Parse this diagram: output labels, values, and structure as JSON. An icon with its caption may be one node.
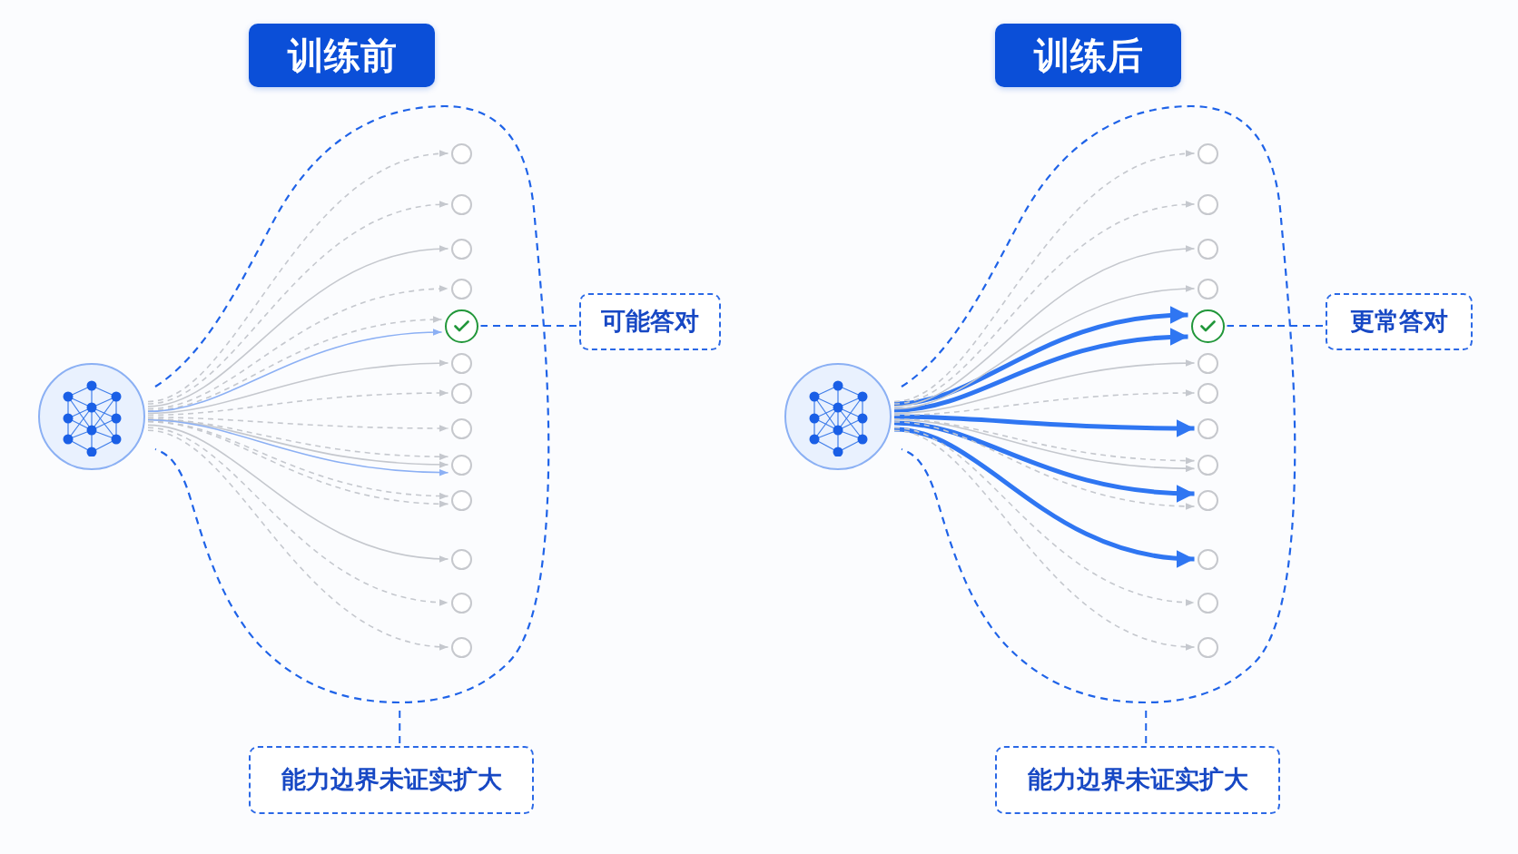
{
  "diagram": {
    "nodes": [
      {
        "text": [
          "训练前"
        ]
      },
      {
        "text": [],
        "shape": "picture"
      },
      {
        "text": [],
        "shape": "blob"
      },
      {
        "text": [],
        "shape": "circle",
        "in": 2
      },
      {
        "text": [],
        "shape": "circle",
        "in": 2
      },
      {
        "text": [],
        "shape": "circle",
        "in": 2
      },
      {
        "text": [],
        "shape": "circle",
        "in": 2
      },
      {
        "text": [],
        "shape": "check",
        "in": 2
      },
      {
        "text": [],
        "shape": "circle",
        "in": 2
      },
      {
        "text": [],
        "shape": "circle",
        "in": 2
      },
      {
        "text": [],
        "shape": "circle",
        "in": 2
      },
      {
        "text": [],
        "shape": "circle",
        "in": 2
      },
      {
        "text": [],
        "shape": "circle",
        "in": 2
      },
      {
        "text": [],
        "shape": "circle",
        "in": 2
      },
      {
        "text": [],
        "shape": "circle",
        "in": 2
      },
      {
        "text": [],
        "shape": "circle",
        "in": 2
      },
      {
        "text": [
          "可能答对"
        ]
      },
      {
        "text": [
          "能力边界未证实扩大"
        ]
      },
      {
        "text": [
          "训练后"
        ]
      },
      {
        "text": [],
        "shape": "picture"
      },
      {
        "text": [],
        "shape": "blob"
      },
      {
        "text": [],
        "shape": "circle",
        "in": 20
      },
      {
        "text": [],
        "shape": "circle",
        "in": 20
      },
      {
        "text": [],
        "shape": "circle",
        "in": 20
      },
      {
        "text": [],
        "shape": "circle",
        "in": 20
      },
      {
        "text": [],
        "shape": "check",
        "in": 20
      },
      {
        "text": [],
        "shape": "circle",
        "in": 20
      },
      {
        "text": [],
        "shape": "circle",
        "in": 20
      },
      {
        "text": [],
        "shape": "circle",
        "in": 20
      },
      {
        "text": [],
        "shape": "circle",
        "in": 20
      },
      {
        "text": [],
        "shape": "circle",
        "in": 20
      },
      {
        "text": [],
        "shape": "circle",
        "in": 20
      },
      {
        "text": [],
        "shape": "circle",
        "in": 20
      },
      {
        "text": [],
        "shape": "circle",
        "in": 20
      },
      {
        "text": [
          "更常答对"
        ]
      },
      {
        "text": [
          "能力边界未证实扩大"
        ]
      }
    ],
    "edges": [
      {
        "from": 1,
        "to": 3,
        "arrow": "to",
        "style": "dashed"
      },
      {
        "from": 1,
        "to": 4,
        "arrow": "to",
        "style": "dashed"
      },
      {
        "from": 1,
        "to": 5,
        "arrow": "to"
      },
      {
        "from": 1,
        "to": 6,
        "arrow": "to",
        "style": "dashed"
      },
      {
        "from": 1,
        "to": 7,
        "arrow": "to",
        "style": "dashed"
      },
      {
        "from": 1,
        "to": 7,
        "arrow": "to",
        "color": "#8cb0f4"
      },
      {
        "from": 1,
        "to": 8,
        "arrow": "to"
      },
      {
        "from": 1,
        "to": 9,
        "arrow": "to",
        "style": "dashed"
      },
      {
        "from": 1,
        "to": 10,
        "arrow": "to",
        "style": "dashed"
      },
      {
        "from": 1,
        "to": 11,
        "arrow": "to",
        "style": "dashed"
      },
      {
        "from": 1,
        "to": 11,
        "arrow": "to"
      },
      {
        "from": 1,
        "to": 11,
        "arrow": "to",
        "color": "#8cb0f4"
      },
      {
        "from": 1,
        "to": 12,
        "arrow": "to",
        "style": "dashed"
      },
      {
        "from": 1,
        "to": 12,
        "arrow": "to",
        "style": "dashed"
      },
      {
        "from": 1,
        "to": 13,
        "arrow": "to"
      },
      {
        "from": 1,
        "to": 14,
        "arrow": "to",
        "style": "dashed"
      },
      {
        "from": 1,
        "to": 15,
        "arrow": "to",
        "style": "dashed"
      },
      {
        "from": 16,
        "to": 7,
        "arrow": "none",
        "style": "dashed",
        "color": "#1f63e8"
      },
      {
        "from": 17,
        "to": 2,
        "arrow": "none",
        "style": "dashed",
        "color": "#1f63e8"
      },
      {
        "from": 19,
        "to": 21,
        "arrow": "to",
        "style": "dashed"
      },
      {
        "from": 19,
        "to": 22,
        "arrow": "to",
        "style": "dashed"
      },
      {
        "from": 19,
        "to": 23,
        "arrow": "to"
      },
      {
        "from": 19,
        "to": 24,
        "arrow": "to"
      },
      {
        "from": 19,
        "to": 25,
        "arrow": "to",
        "style": "thick",
        "color": "#2f76f2"
      },
      {
        "from": 19,
        "to": 25,
        "arrow": "to",
        "style": "thick",
        "color": "#2f76f2"
      },
      {
        "from": 19,
        "to": 26,
        "arrow": "to"
      },
      {
        "from": 19,
        "to": 27,
        "arrow": "to",
        "style": "dashed"
      },
      {
        "from": 19,
        "to": 28,
        "arrow": "to",
        "style": "thick",
        "color": "#2f76f2"
      },
      {
        "from": 19,
        "to": 29,
        "arrow": "to",
        "style": "dashed"
      },
      {
        "from": 19,
        "to": 29,
        "arrow": "to"
      },
      {
        "from": 19,
        "to": 30,
        "arrow": "to",
        "style": "thick",
        "color": "#2f76f2"
      },
      {
        "from": 19,
        "to": 30,
        "arrow": "to",
        "style": "dashed"
      },
      {
        "from": 19,
        "to": 31,
        "arrow": "to",
        "style": "thick",
        "color": "#2f76f2"
      },
      {
        "from": 19,
        "to": 32,
        "arrow": "to",
        "style": "dashed"
      },
      {
        "from": 19,
        "to": 33,
        "arrow": "to",
        "style": "dashed"
      },
      {
        "from": 34,
        "to": 25,
        "arrow": "none",
        "style": "dashed",
        "color": "#1f63e8"
      },
      {
        "from": 35,
        "to": 20,
        "arrow": "none",
        "style": "dashed",
        "color": "#1f63e8"
      }
    ]
  }
}
